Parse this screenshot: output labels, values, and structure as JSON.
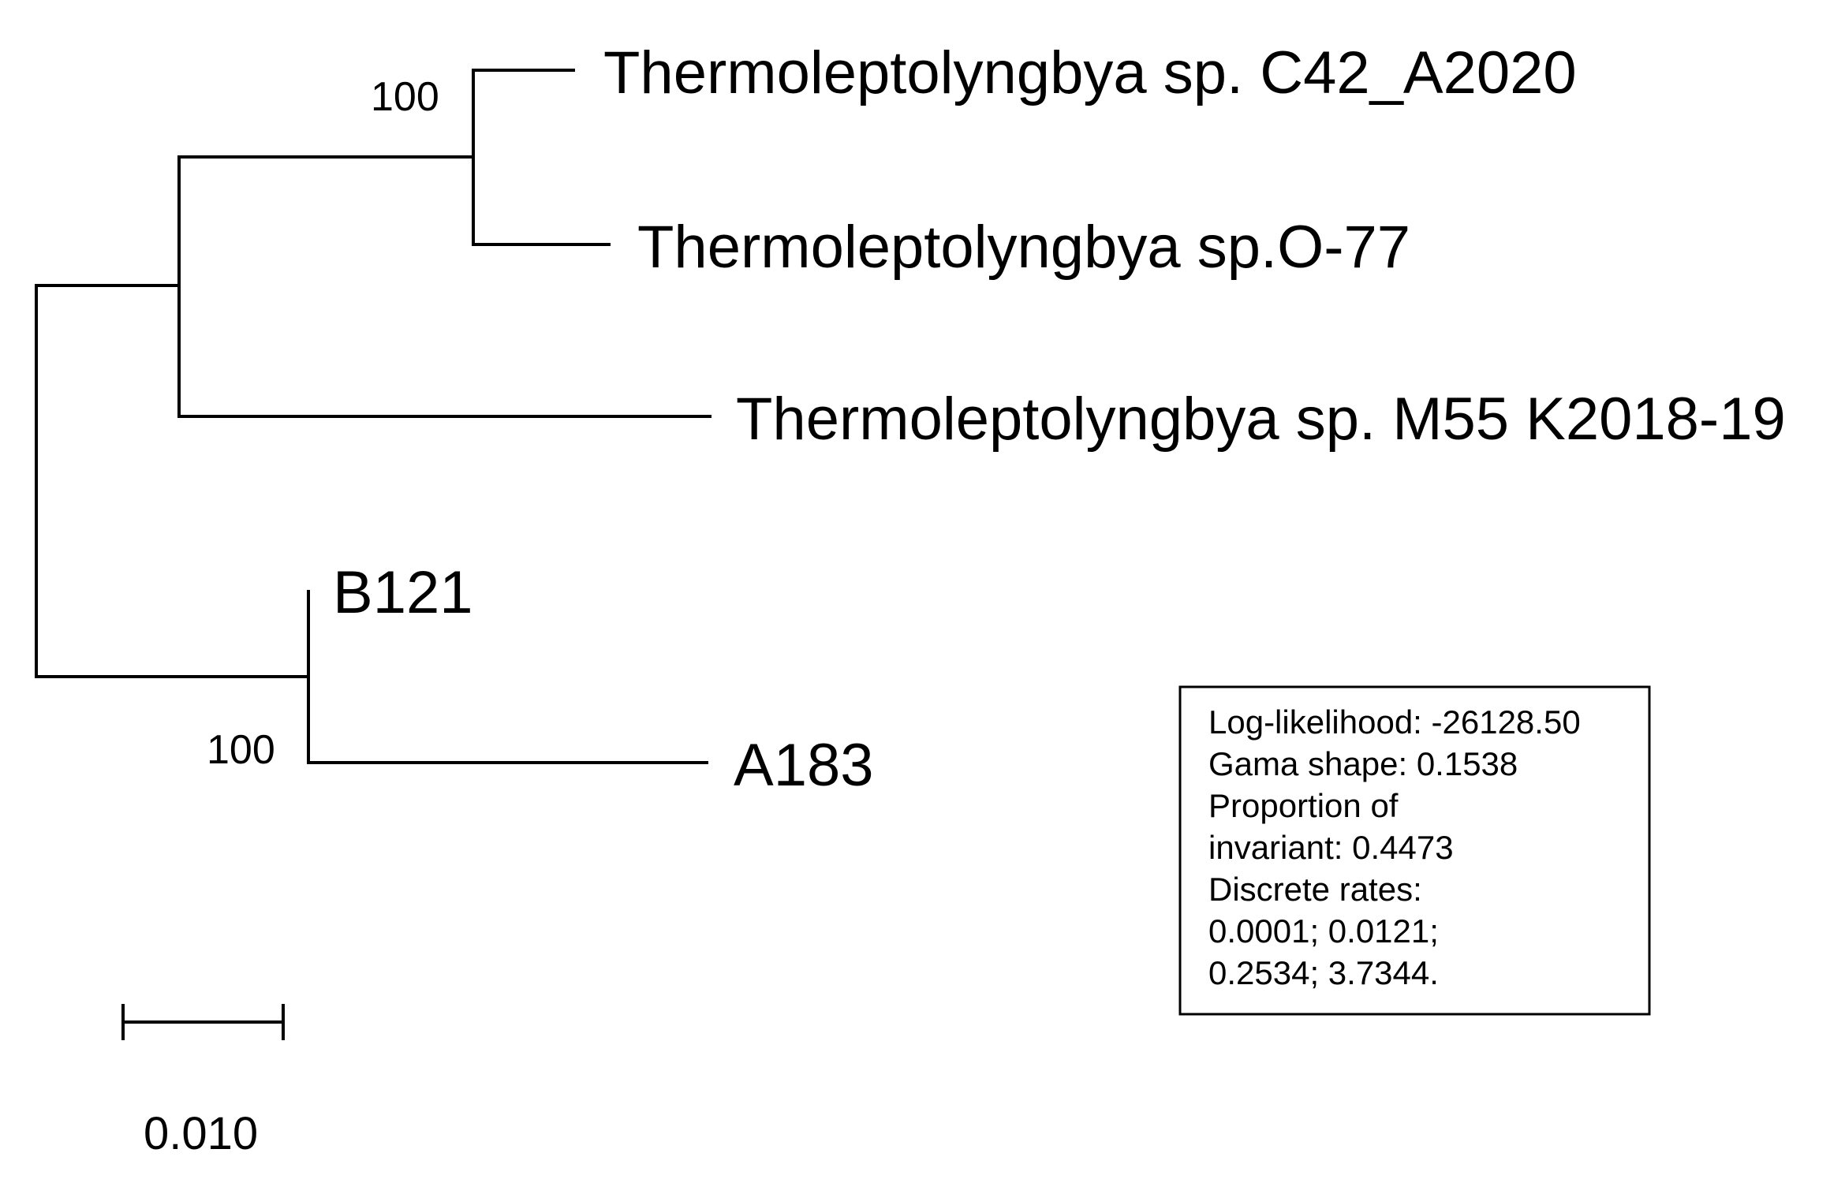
{
  "tree": {
    "taxa": {
      "c42": "Thermoleptolyngbya sp. C42_A2020",
      "o77": "Thermoleptolyngbya sp.O-77",
      "m55": "Thermoleptolyngbya sp. M55 K2018-19",
      "b121": "B121",
      "a183": "A183"
    },
    "bootstrap": {
      "thermo_clade": "100",
      "local_clade": "100"
    },
    "scale_bar": {
      "value": 0.01,
      "label": "0.010"
    }
  },
  "model_stats": {
    "lines": [
      "Log-likelihood: -26128.50",
      "Gama shape: 0.1538",
      "Proportion of",
      "invariant: 0.4473",
      "Discrete rates:",
      "0.0001; 0.0121;",
      "0.2534; 3.7344."
    ]
  }
}
